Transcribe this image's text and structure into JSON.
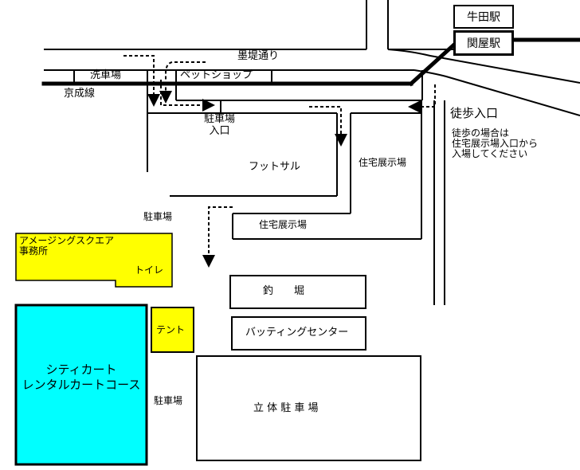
{
  "map": {
    "stations": {
      "ushida": "牛田駅",
      "sekiya": "関屋駅"
    },
    "roads": {
      "bokutei_dori": "墨堤通り",
      "keisei_line": "京成線"
    },
    "facilities": {
      "car_wash": "洗車場",
      "pet_shop": "ペットショップ",
      "parking_entrance": "駐車場\n入口",
      "futsal": "フットサル",
      "housing_expo_1": "住宅展示場",
      "housing_expo_2": "住宅展示場",
      "parking_1": "駐車場",
      "parking_2": "駐車場",
      "amazing_square_office": "アメージングスクエア\n事務所",
      "toilet": "トイレ",
      "fishing_pond": "釣　　堀",
      "tent": "テント",
      "batting_center": "バッティングセンター",
      "city_kart": "シティカート\nレンタルカートコース",
      "multistory_parking": "立 体 駐 車 場"
    },
    "walk": {
      "entrance": "徒歩入口",
      "note": "徒歩の場合は\n住宅展示場入口から\n入場してください"
    },
    "colors": {
      "office_yellow": "#ffff00",
      "kart_cyan": "#00ffff",
      "line": "#000000",
      "background": "#ffffff"
    }
  }
}
